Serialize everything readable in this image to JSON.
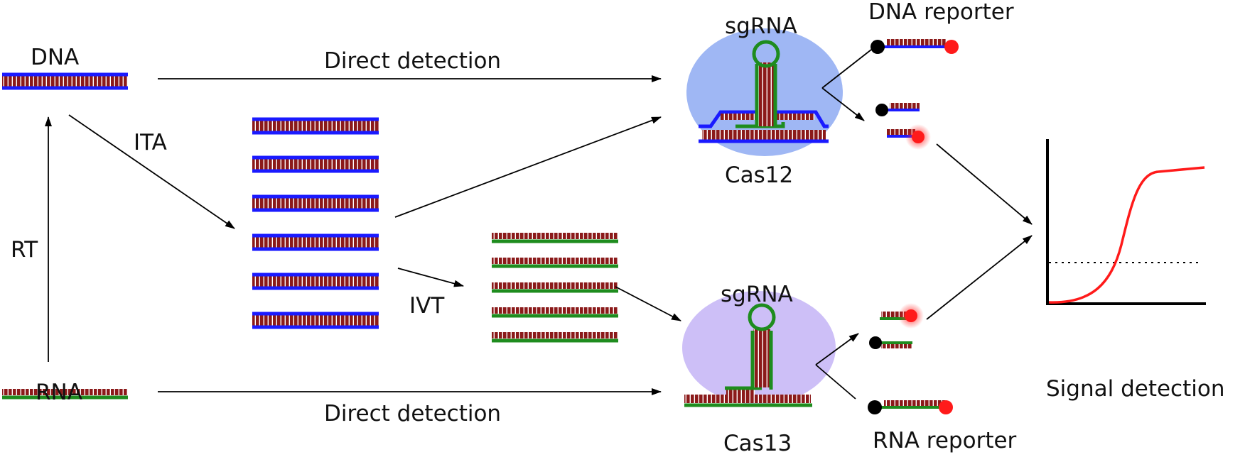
{
  "labels": {
    "dna": "DNA",
    "rna": "RNA",
    "rt": "RT",
    "ita": "ITA",
    "ivt": "IVT",
    "direct_top": "Direct detection",
    "direct_bottom": "Direct detection",
    "sgrna_top": "sgRNA",
    "sgrna_bottom": "sgRNA",
    "cas12": "Cas12",
    "cas13": "Cas13",
    "dna_reporter": "DNA reporter",
    "rna_reporter": "RNA reporter",
    "signal": "Signal detection"
  },
  "colors": {
    "dna_strand": "#1a1aff",
    "rna_strand": "#1e8c1e",
    "base_pairs": "#8b1a1a",
    "cas12_blob": "#8eaaf2",
    "cas13_blob": "#c8b8f6",
    "fluorophore": "#ff1a1a",
    "quencher": "#000000",
    "signal_curve": "#ff1a1a"
  }
}
